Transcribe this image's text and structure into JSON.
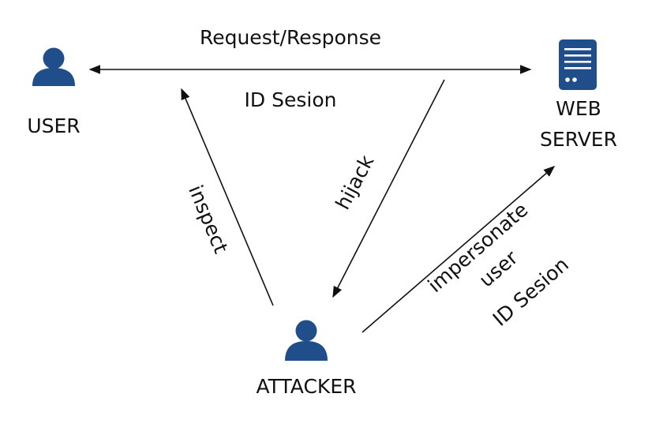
{
  "nodes": {
    "user": {
      "label": "USER",
      "icon": "person-icon"
    },
    "server": {
      "label_line1": "WEB",
      "label_line2": "SERVER",
      "icon": "server-icon"
    },
    "attacker": {
      "label": "ATTACKER",
      "icon": "person-icon"
    }
  },
  "edges": {
    "request_response": {
      "label": "Request/Response",
      "sublabel": "ID Sesion"
    },
    "inspect": {
      "label": "inspect"
    },
    "hijack": {
      "label": "hijack"
    },
    "impersonate": {
      "line1": "impersonate",
      "line2": "user",
      "line3": "ID Sesion"
    }
  },
  "colors": {
    "icon": "#1f4e8a",
    "line": "#111111"
  }
}
